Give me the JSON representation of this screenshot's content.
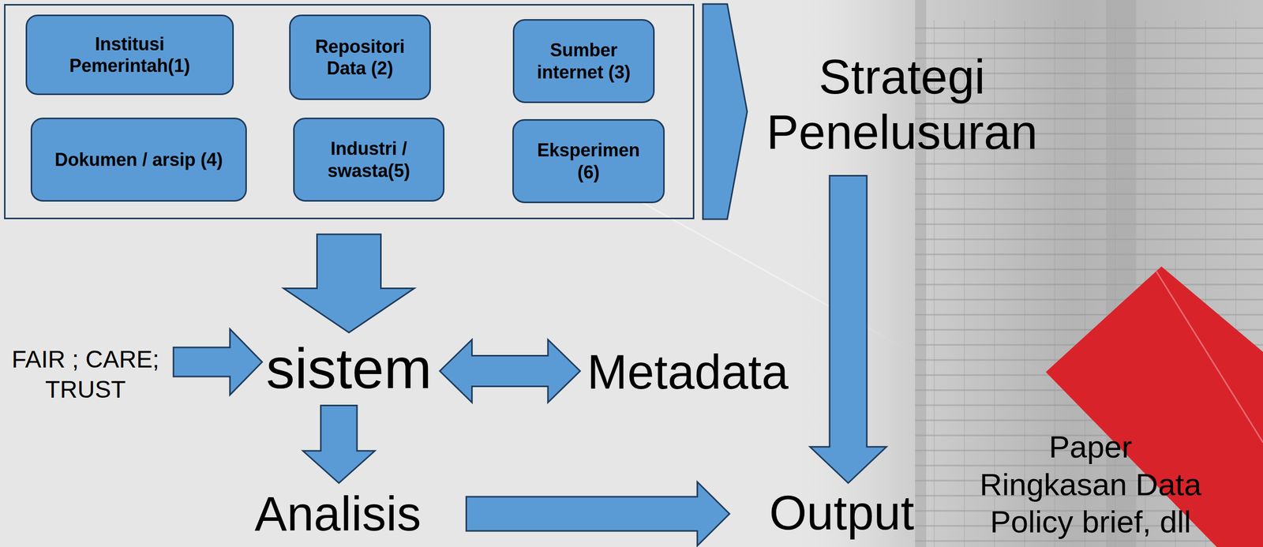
{
  "diagram": {
    "nodes": [
      {
        "text": []
      },
      {
        "text": [
          "Institusi Pemerintah(1)"
        ],
        "in": 0
      },
      {
        "text": [
          "Repositori Data (2)"
        ],
        "in": 0
      },
      {
        "text": [
          "Sumber internet (3)"
        ],
        "in": 0
      },
      {
        "text": [
          "Dokumen / arsip (4)"
        ],
        "in": 0
      },
      {
        "text": [
          "Industri / swasta(5)"
        ],
        "in": 0
      },
      {
        "text": [
          "Eksperimen (6)"
        ],
        "in": 0
      },
      {
        "text": [
          "Strategi Penelusuran"
        ]
      },
      {
        "text": [
          "FAIR ; CARE; TRUST"
        ]
      },
      {
        "text": [
          "sistem"
        ]
      },
      {
        "text": [
          "Metadata"
        ]
      },
      {
        "text": [
          "Analisis"
        ]
      },
      {
        "text": [
          "Output"
        ]
      }
    ],
    "edges": [
      {
        "from": 0,
        "to": 9,
        "arrow": "to"
      },
      {
        "from": 0,
        "to": 7,
        "arrow": "to"
      },
      {
        "from": 8,
        "to": 9,
        "arrow": "to"
      },
      {
        "from": 9,
        "to": 10,
        "arrow": "both"
      },
      {
        "from": 9,
        "to": 11,
        "arrow": "to"
      },
      {
        "from": 11,
        "to": 12,
        "arrow": "to"
      },
      {
        "from": 7,
        "to": 12,
        "arrow": "to"
      }
    ],
    "labels": [
      "Paper Ringkasan Data Policy brief, dll"
    ]
  }
}
